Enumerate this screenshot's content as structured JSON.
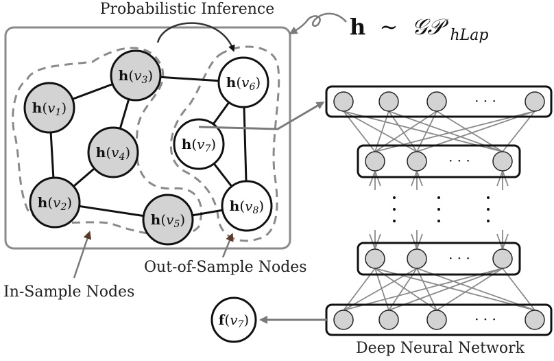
{
  "labels": {
    "probabilistic_inference": "Probabilistic Inference",
    "formula_h": "h",
    "formula_sim": "∼",
    "formula_gp": "𝒢𝒫",
    "formula_sub": "hLap",
    "out_of_sample": "Out-of-Sample Nodes",
    "in_sample": "In-Sample Nodes",
    "dnn": "Deep Neural Network",
    "dots": "· · ·"
  },
  "nodes": [
    {
      "id": "v1",
      "fn": "h",
      "var": "v",
      "sub": "1",
      "in_sample": true
    },
    {
      "id": "v2",
      "fn": "h",
      "var": "v",
      "sub": "2",
      "in_sample": true
    },
    {
      "id": "v3",
      "fn": "h",
      "var": "v",
      "sub": "3",
      "in_sample": true
    },
    {
      "id": "v4",
      "fn": "h",
      "var": "v",
      "sub": "4",
      "in_sample": true
    },
    {
      "id": "v5",
      "fn": "h",
      "var": "v",
      "sub": "5",
      "in_sample": true
    },
    {
      "id": "v6",
      "fn": "h",
      "var": "v",
      "sub": "6",
      "in_sample": false
    },
    {
      "id": "v7",
      "fn": "h",
      "var": "v",
      "sub": "7",
      "in_sample": false
    },
    {
      "id": "v8",
      "fn": "h",
      "var": "v",
      "sub": "8",
      "in_sample": false
    }
  ],
  "edges": [
    [
      "v1",
      "v3"
    ],
    [
      "v1",
      "v2"
    ],
    [
      "v3",
      "v4"
    ],
    [
      "v4",
      "v2"
    ],
    [
      "v2",
      "v5"
    ],
    [
      "v3",
      "v6"
    ],
    [
      "v6",
      "v7"
    ],
    [
      "v6",
      "v8"
    ],
    [
      "v7",
      "v8"
    ],
    [
      "v5",
      "v8"
    ]
  ],
  "output_node": {
    "fn": "f",
    "var": "v",
    "sub": "7"
  },
  "colors": {
    "in_sample_fill": "#d3d3d3",
    "out_sample_fill": "#ffffff",
    "stroke": "#111111",
    "net_line": "#8a8a8a",
    "dashed": "#8a8a8a"
  }
}
